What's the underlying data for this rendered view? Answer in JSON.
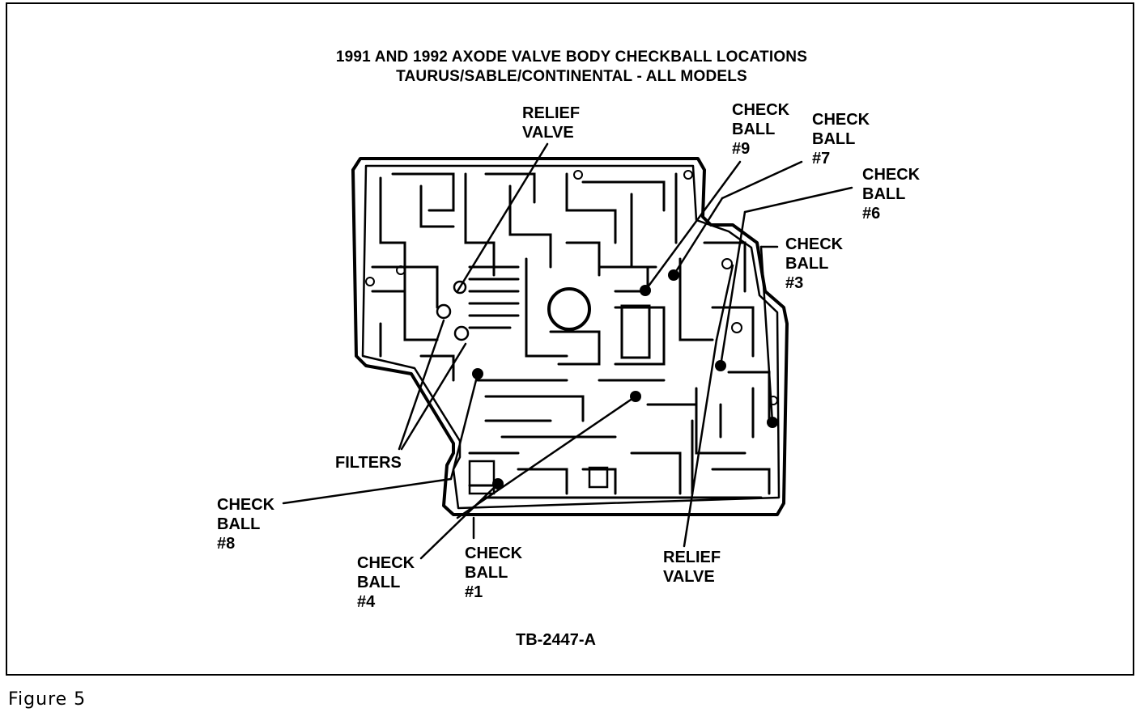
{
  "title_line1": "1991 AND 1992 AXODE VALVE BODY CHECKBALL LOCATIONS",
  "title_line2": "TAURUS/SABLE/CONTINENTAL - ALL MODELS",
  "labels": {
    "relief_valve_top": [
      "RELIEF",
      "VALVE"
    ],
    "check_ball_9": [
      "CHECK",
      "BALL",
      "#9"
    ],
    "check_ball_7": [
      "CHECK",
      "BALL",
      "#7"
    ],
    "check_ball_6": [
      "CHECK",
      "BALL",
      "#6"
    ],
    "check_ball_3": [
      "CHECK",
      "BALL",
      "#3"
    ],
    "filters": [
      "FILTERS"
    ],
    "check_ball_8": [
      "CHECK",
      "BALL",
      "#8"
    ],
    "check_ball_4": [
      "CHECK",
      "BALL",
      "#4"
    ],
    "check_ball_1": [
      "CHECK",
      "BALL",
      "#1"
    ],
    "relief_valve_bottom": [
      "RELIEF",
      "VALVE"
    ]
  },
  "reference_code": "TB-2447-A",
  "figure_caption": "Figure 5"
}
